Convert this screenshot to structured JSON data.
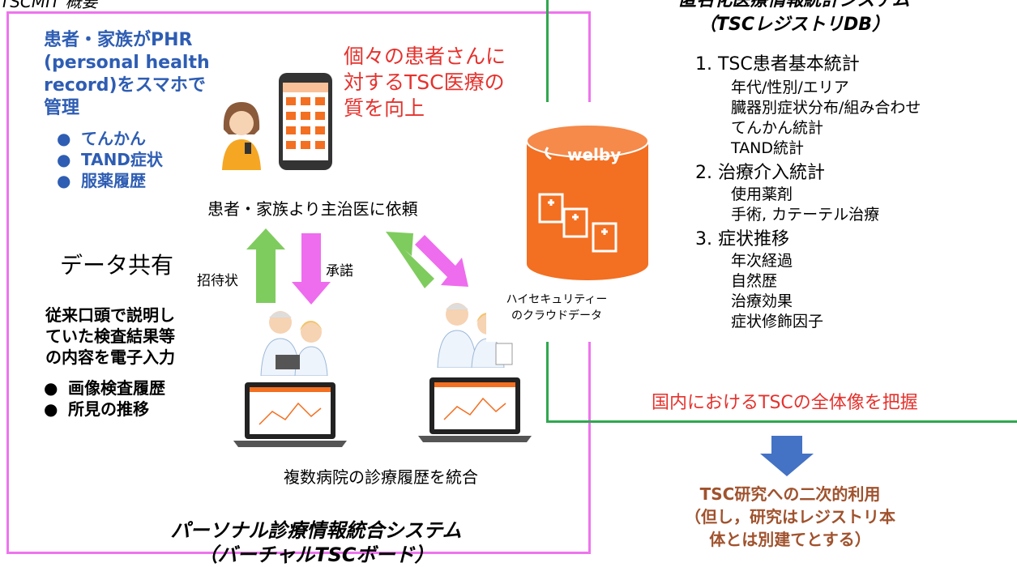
{
  "colors": {
    "magenta": "#ee74ee",
    "green": "#2fa84f",
    "blue_text": "#2e5db3",
    "red": "#e5322d",
    "orange": "#f36f21",
    "brown": "#a0522d",
    "arrow_green": "#7fcc5e",
    "arrow_magenta": "#ee6cee",
    "arrow_blue": "#4472c4"
  },
  "top_left_label": "TSCMIT 概要",
  "phr": {
    "lines": [
      "患者・家族がPHR",
      "(personal health",
      "record)をスマホで",
      "管理"
    ],
    "items": [
      "てんかん",
      "TAND症状",
      "服薬履歴"
    ]
  },
  "quality": [
    "個々の患者さんに",
    "対するTSC医療の",
    "質を向上"
  ],
  "request": "患者・家族より主治医に依頼",
  "data_share": "データ共有",
  "invite": "招待状",
  "accept": "承諾",
  "conventional": {
    "lines": [
      "従来口頭で説明し",
      "ていた検査結果等",
      "の内容を電子入力"
    ],
    "items": [
      "画像検査履歴",
      "所見の推移"
    ]
  },
  "integrate": "複数病院の診療履歴を統合",
  "left_system": [
    "パーソナル診療情報統合システム",
    "（バーチャルTSCボード）"
  ],
  "cloud": {
    "brand": "welby",
    "caption": [
      "ハイセキュリティー",
      "のクラウドデータ"
    ]
  },
  "right_system": [
    "匿名化医療情報統計システム",
    "（TSCレジストリDB）"
  ],
  "stats": [
    {
      "heading": "1. TSC患者基本統計",
      "items": [
        "年代/性別/エリア",
        "臓器別症状分布/組み合わせ",
        "てんかん統計",
        "TAND統計"
      ]
    },
    {
      "heading": "2. 治療介入統計",
      "items": [
        "使用薬剤",
        "手術, カテーテル治療"
      ]
    },
    {
      "heading": "3. 症状推移",
      "items": [
        "年次経過",
        "自然歴",
        "治療効果",
        "症状修飾因子"
      ]
    }
  ],
  "overview": "国内におけるTSCの全体像を把握",
  "secondary": [
    "TSC研究への二次的利用",
    "（但し，研究はレジストリ本",
    "体とは別建てとする）"
  ],
  "icons": [
    "smartphone-icon",
    "patient-icon",
    "doctor-nurse-icon",
    "laptop-icon",
    "database-icon",
    "document-icon",
    "down-arrow-icon"
  ]
}
